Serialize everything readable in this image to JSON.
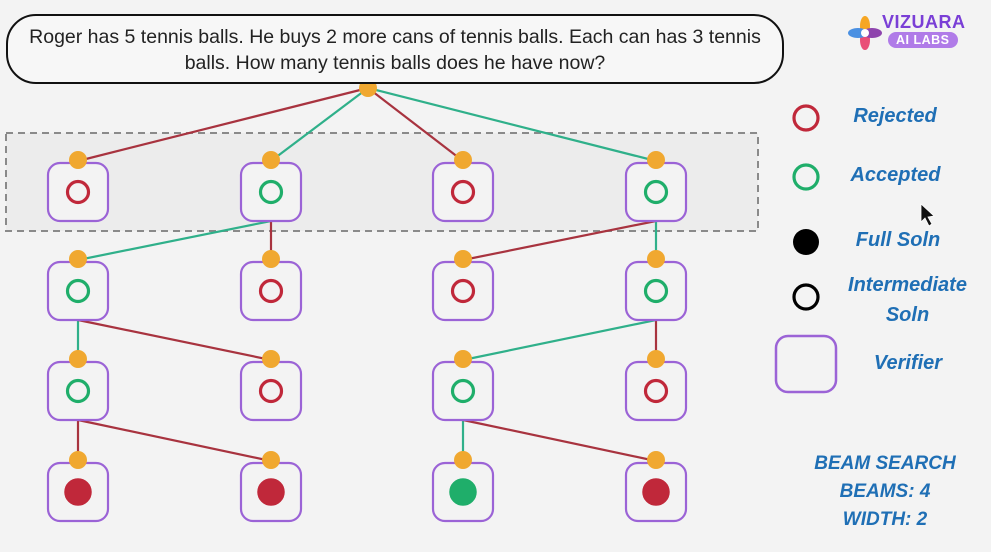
{
  "question": {
    "line1": "Roger has 5 tennis balls. He buys 2 more cans of tennis balls. Each can has 3 tennis",
    "line2": "balls. How many tennis balls does he have now?"
  },
  "logo": {
    "brand": "VIZUARA",
    "tagline": "AI LABS"
  },
  "legend": {
    "rejected": "Rejected",
    "accepted": "Accepted",
    "full_soln": "Full Soln",
    "intermediate_line1": "Intermediate",
    "intermediate_line2": "Soln",
    "verifier": "Verifier"
  },
  "beam_info": {
    "line1": "BEAM SEARCH",
    "line2": "BEAMS: 4",
    "line3": "WIDTH: 2"
  },
  "colors": {
    "rejected": "#c0283a",
    "accepted": "#1fae6a",
    "verifier_border": "#9b63d6",
    "connector": "#f0a830",
    "rejected_edge": "#a8333f",
    "accepted_edge": "#2fb08a"
  },
  "tree": {
    "root": "question",
    "levels": [
      [
        "rejected-intermediate",
        "accepted-intermediate",
        "rejected-intermediate",
        "accepted-intermediate"
      ],
      [
        "accepted-intermediate",
        "rejected-intermediate",
        "rejected-intermediate",
        "accepted-intermediate"
      ],
      [
        "accepted-intermediate",
        "rejected-intermediate",
        "accepted-intermediate",
        "rejected-intermediate"
      ],
      [
        "rejected-full",
        "rejected-full",
        "accepted-full",
        "rejected-full"
      ]
    ]
  }
}
